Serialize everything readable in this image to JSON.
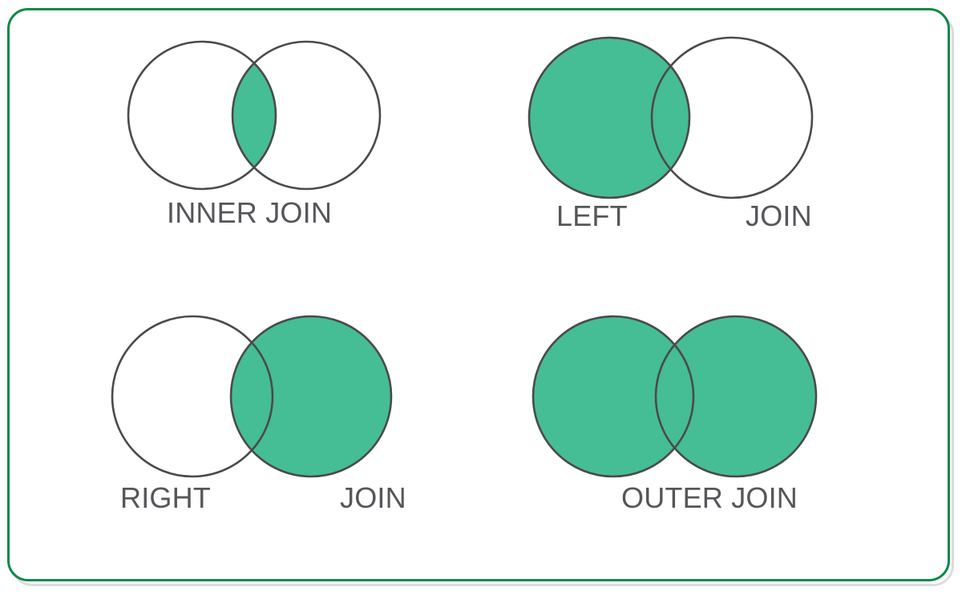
{
  "figure": {
    "background_color": "#ffffff",
    "frame_color": "#0b8a45",
    "frame_shadow_color": "#dcdcdc",
    "fill_color": "#45bd95",
    "stroke_color": "#4a4a4a",
    "label_color": "#56565a"
  },
  "diagrams": [
    {
      "id": "inner-join",
      "label": "INNER JOIN",
      "label_parts": [
        "INNER JOIN"
      ],
      "shaded": "intersection",
      "left_circle_filled": false,
      "right_circle_filled": false,
      "intersection_filled": true
    },
    {
      "id": "left-join",
      "label": "LEFT JOIN",
      "label_parts": [
        "LEFT",
        "JOIN"
      ],
      "shaded": "left-and-intersection",
      "left_circle_filled": true,
      "right_circle_filled": false,
      "intersection_filled": true
    },
    {
      "id": "right-join",
      "label": "RIGHT JOIN",
      "label_parts": [
        "RIGHT",
        "JOIN"
      ],
      "shaded": "right-and-intersection",
      "left_circle_filled": false,
      "right_circle_filled": true,
      "intersection_filled": true
    },
    {
      "id": "outer-join",
      "label": "OUTER JOIN",
      "label_parts": [
        "OUTER JOIN"
      ],
      "shaded": "both-circles",
      "left_circle_filled": true,
      "right_circle_filled": true,
      "intersection_filled": true
    }
  ],
  "labels": {
    "inner": "INNER JOIN",
    "left_word": "LEFT",
    "left_join": "JOIN",
    "right_word": "RIGHT",
    "right_join": "JOIN",
    "outer": "OUTER JOIN"
  }
}
